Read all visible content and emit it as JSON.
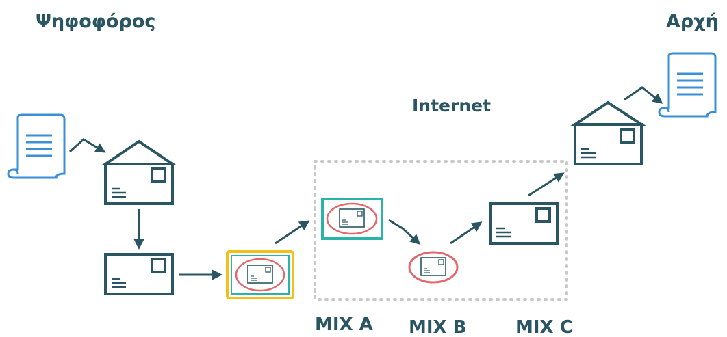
{
  "labels": {
    "voter": "Ψηφοφόρος",
    "authority": "Αρχή",
    "internet": "Internet",
    "mix_a": "MIX A",
    "mix_b": "MIX B",
    "mix_c": "MIX C"
  },
  "colors": {
    "text": "#2a5663",
    "stroke": "#2a5663",
    "document": "#3b8fd6",
    "layer_outer": "#f5bf1a",
    "layer_middle": "#2ab3a8",
    "layer_inner": "#e2686b",
    "internet_border": "#c8c8c8"
  },
  "icons": [
    "ballot-document-icon",
    "envelope-icon",
    "arrow-icon"
  ]
}
